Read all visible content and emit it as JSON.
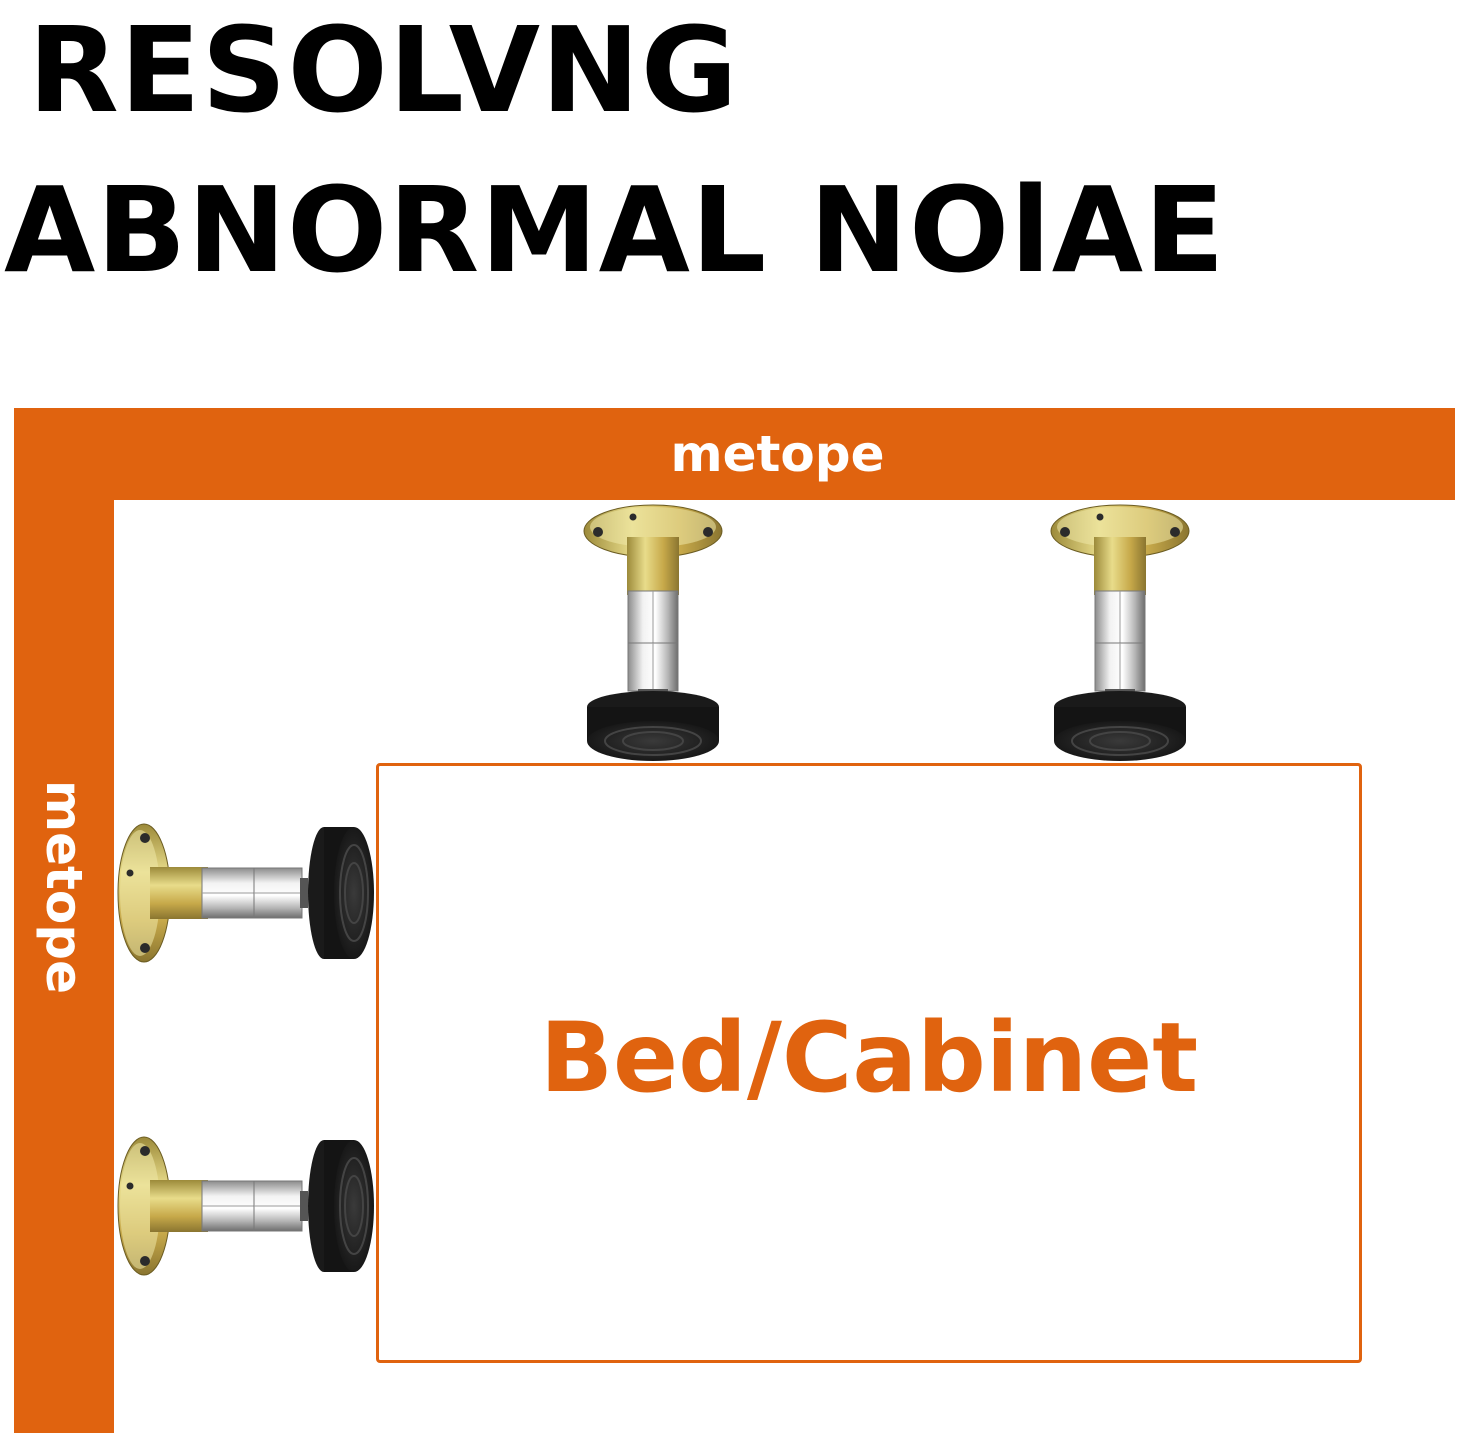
{
  "headline": {
    "line1": "RESOLVNG",
    "line2": "ABNORMAL NOlAE"
  },
  "walls": {
    "top_label": "metope",
    "left_label": "metope",
    "color": "#e0630f"
  },
  "cabinet": {
    "label": "Bed/Cabinet",
    "color": "#e0630f"
  },
  "stoppers": [
    {
      "name": "stopper-top-1",
      "orientation": "vertical"
    },
    {
      "name": "stopper-top-2",
      "orientation": "vertical"
    },
    {
      "name": "stopper-left-1",
      "orientation": "horizontal"
    },
    {
      "name": "stopper-left-2",
      "orientation": "horizontal"
    }
  ]
}
